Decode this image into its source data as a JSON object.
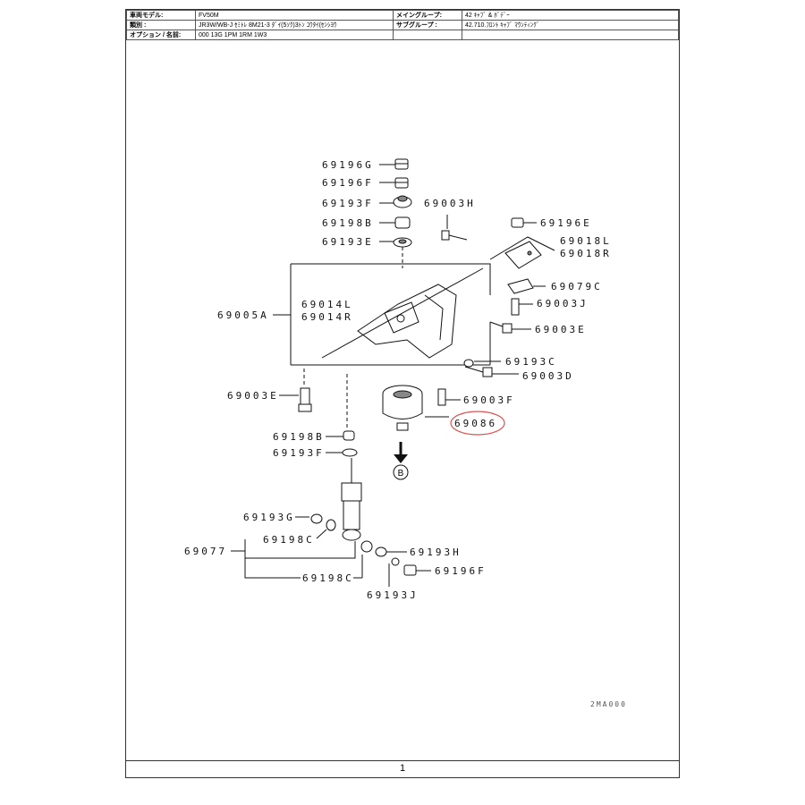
{
  "header": {
    "rows": [
      {
        "k1": "車両モデル:",
        "v1": "FV50M",
        "k2": "メイングループ:",
        "v2": "42 ｷｬﾌﾞ & ﾎﾞﾃﾞｰ"
      },
      {
        "k1": "類別 :",
        "v1": "JR3W/WB-J ｾﾐﾄﾚ 8M21-3 ﾀﾞｲ(5ｿｸ)3ﾄﾝ ｺｳﾀｲ(ｾﾝｼﾖｳ",
        "k2": "サブグループ :",
        "v2": "42.710.ﾌﾛﾝﾄ ｷｬﾌﾞ ﾏｳﾝﾃｨﾝｸﾞ"
      },
      {
        "k1": "オプション / 名前:",
        "v1": "000 13G 1PM 1RM 1W3",
        "k2": "",
        "v2": ""
      }
    ]
  },
  "parts": {
    "p69196G": "69196G",
    "p69196F_top": "69196F",
    "p69193F_top": "69193F",
    "p69198B_top": "69198B",
    "p69193E": "69193E",
    "p69003H": "69003H",
    "p69196E": "69196E",
    "p69018L": "69018L",
    "p69018R": "69018R",
    "p69079C": "69079C",
    "p69003J": "69003J",
    "p69003E_right": "69003E",
    "p69014L": "69014L",
    "p69014R": "69014R",
    "p69005A": "69005A",
    "p69193C": "69193C",
    "p69003D": "69003D",
    "p69003E_left": "69003E",
    "p69003F": "69003F",
    "p69086": "69086",
    "p69198B_mid": "69198B",
    "p69193F_mid": "69193F",
    "p69193G": "69193G",
    "p69077": "69077",
    "p69198C_a": "69198C",
    "p69193H": "69193H",
    "p69196F_bot": "69196F",
    "p69198C_b": "69198C",
    "p69193J": "69193J",
    "ref_mark": "B",
    "drawing_code": "2MA000"
  },
  "footer": {
    "page": "1"
  },
  "colors": {
    "highlight": "#e05050",
    "ink": "#111111"
  }
}
